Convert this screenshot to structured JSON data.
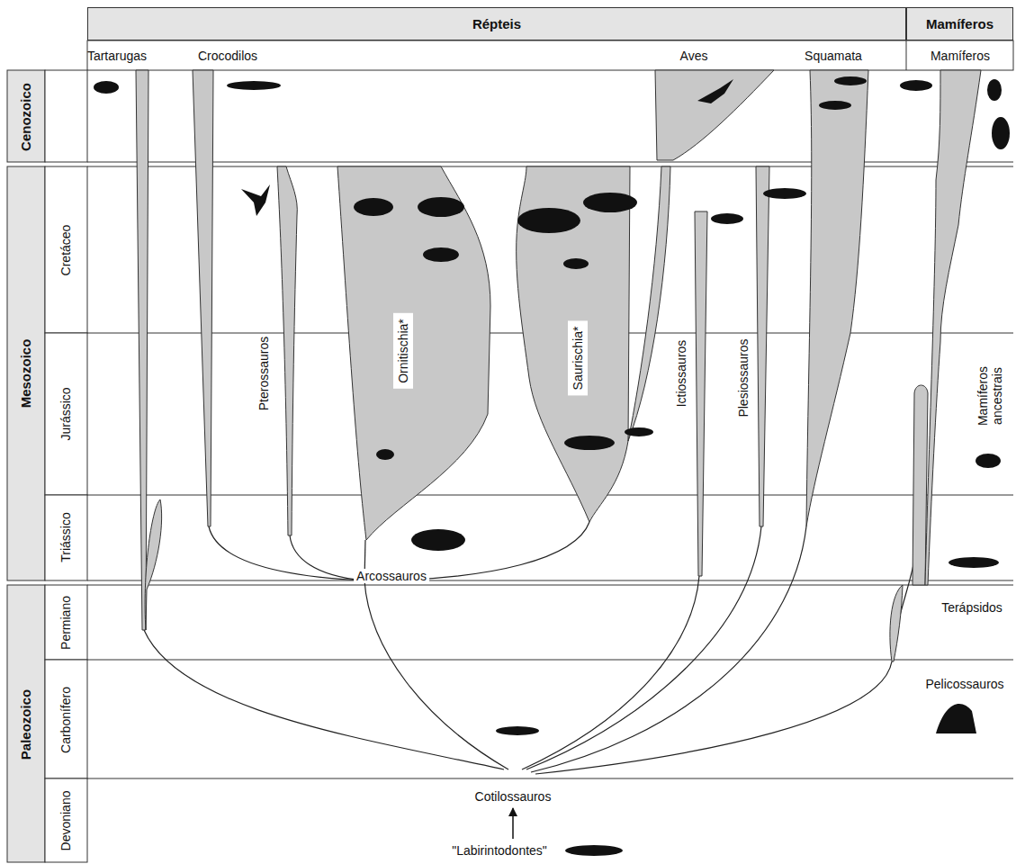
{
  "diagram": {
    "nodes": [
      {
        "text": [
          "Répteis"
        ]
      },
      {
        "text": [
          "Mamíferos"
        ]
      },
      {
        "text": [
          "Ornitischia*"
        ]
      },
      {
        "text": [
          "Saurischia*"
        ]
      },
      {
        "text": [
          "Cotilossauros"
        ]
      },
      {
        "text": [
          "\"Labirintodontes\""
        ]
      }
    ],
    "edges": [
      {
        "from": 5,
        "to": 4,
        "arrow": "to"
      }
    ],
    "labels": [
      "Tartarugas",
      "Crocodilos",
      "Aves",
      "Squamata",
      "Mamíferos",
      "Cenozoico",
      "Mesozoico",
      "Paleozoico",
      "Cretáceo",
      "Jurássico",
      "Triássico",
      "Permiano",
      "Carbonífero",
      "Devoniano",
      "Pterossauros",
      "Ictiossauros",
      "Plesiossauros",
      "Mamíferos ancestrais",
      "Arcossauros",
      "Terápsidos",
      "Pelicossauros"
    ]
  }
}
